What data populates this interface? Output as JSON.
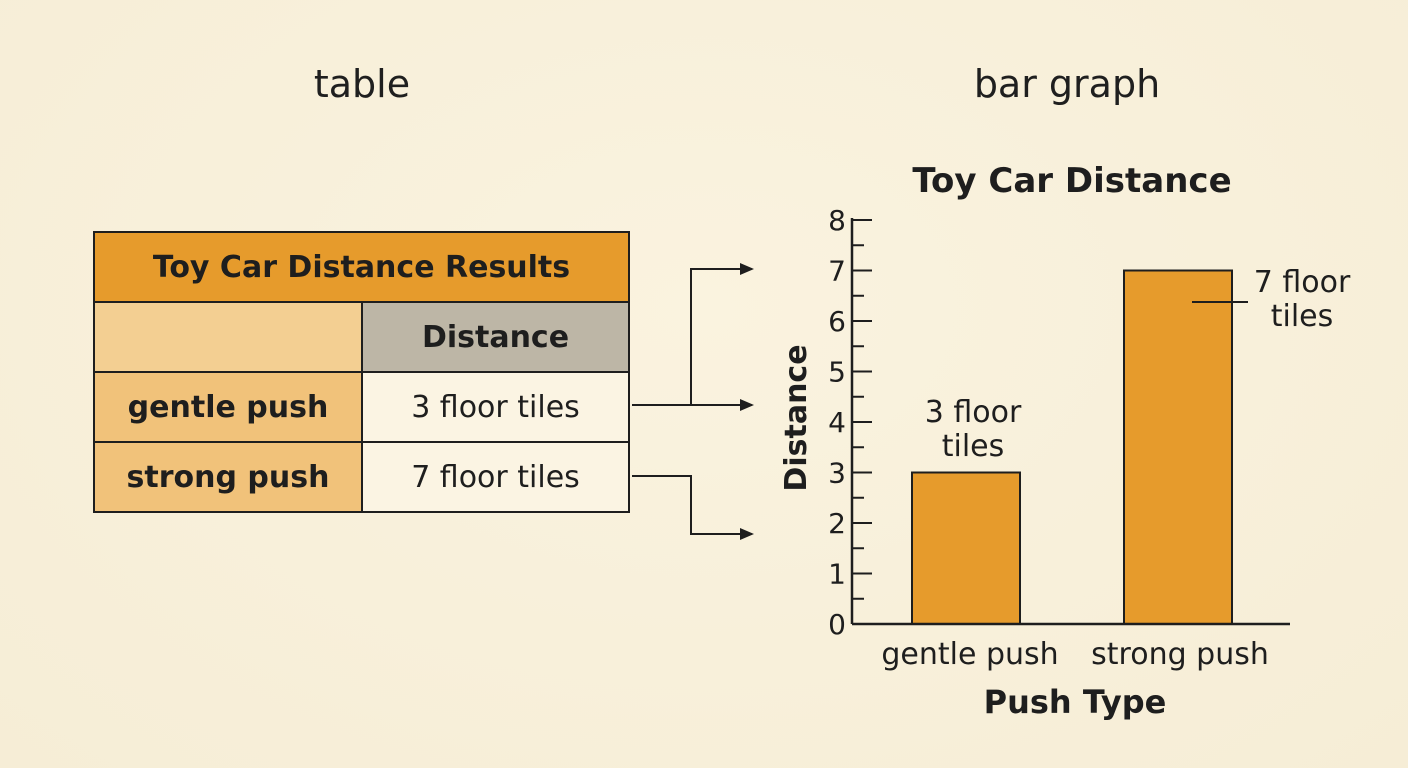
{
  "headings": {
    "table": "table",
    "chart": "bar graph"
  },
  "table": {
    "title": "Toy Car Distance Results",
    "column_header": "Distance",
    "rows": [
      {
        "label": "gentle push",
        "value": "3 floor tiles"
      },
      {
        "label": "strong push",
        "value": "7 floor tiles"
      }
    ]
  },
  "colors": {
    "bar": "#e69b2c",
    "table_title": "#e69b2c",
    "table_header": "#bdb6a6",
    "row_label": "#f1c27a",
    "background": "#f8f0da"
  },
  "chart_data": {
    "type": "bar",
    "title": "Toy Car Distance",
    "xlabel": "Push Type",
    "ylabel": "Distance",
    "categories": [
      "gentle push",
      "strong push"
    ],
    "values": [
      3,
      7
    ],
    "data_labels": [
      "3 floor tiles",
      "7 floor tiles"
    ],
    "ylim": [
      0,
      8
    ],
    "yticks": [
      0,
      1,
      2,
      3,
      4,
      5,
      6,
      7,
      8
    ],
    "minor_step": 0.5,
    "grid": false,
    "legend": "none"
  }
}
